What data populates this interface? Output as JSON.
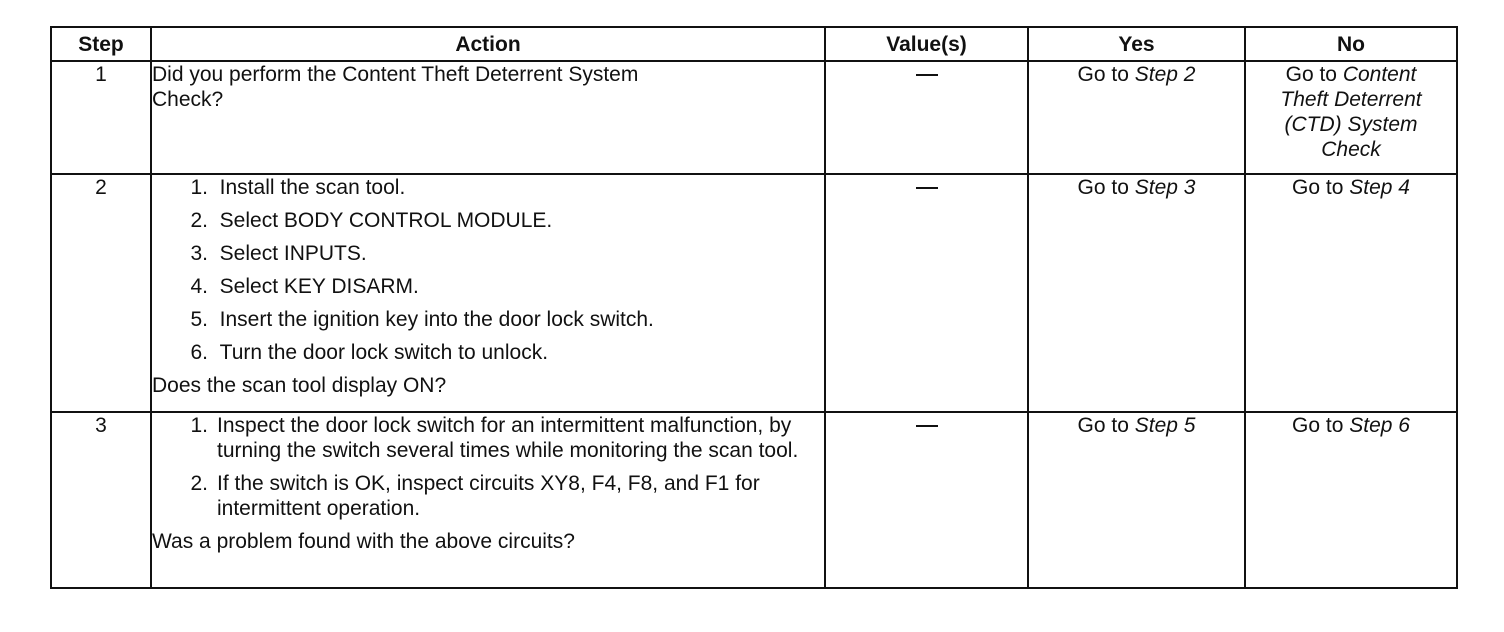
{
  "headers": {
    "step": "Step",
    "action": "Action",
    "values": "Value(s)",
    "yes": "Yes",
    "no": "No"
  },
  "go_to": "Go to",
  "rows": [
    {
      "step": "1",
      "question": "Did you perform the Content Theft Deterrent System Check?",
      "substeps": [],
      "value": "—",
      "yes_target": "Step 2",
      "no_target": "Content Theft Deterrent (CTD) System Check"
    },
    {
      "step": "2",
      "substeps": [
        {
          "num": "1.",
          "text": "Install the scan tool."
        },
        {
          "num": "2.",
          "text": "Select BODY CONTROL MODULE."
        },
        {
          "num": "3.",
          "text": "Select INPUTS."
        },
        {
          "num": "4.",
          "text": "Select KEY DISARM."
        },
        {
          "num": "5.",
          "text": "Insert the ignition key into the door lock switch."
        },
        {
          "num": "6.",
          "text": "Turn the door lock switch to unlock."
        }
      ],
      "question": "Does the scan tool display ON?",
      "value": "—",
      "yes_target": "Step 3",
      "no_target": "Step 4"
    },
    {
      "step": "3",
      "substeps": [
        {
          "num": "1.",
          "text": "Inspect the door lock switch for an intermittent malfunction, by turning the switch several times while monitoring the scan tool."
        },
        {
          "num": "2.",
          "text": "If the switch is OK, inspect circuits XY8, F4, F8, and F1 for intermittent operation."
        }
      ],
      "question": "Was a problem found with the above circuits?",
      "value": "—",
      "yes_target": "Step 5",
      "no_target": "Step 6"
    }
  ]
}
